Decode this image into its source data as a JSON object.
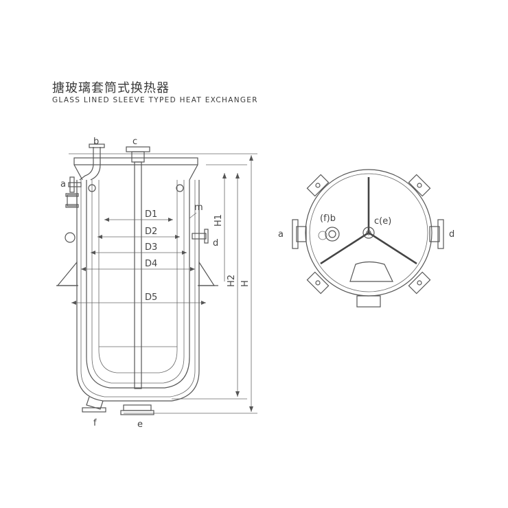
{
  "title": {
    "cn": "搪玻璃套筒式换热器",
    "en": "GLASS LINED SLEEVE TYPED HEAT EXCHANGER"
  },
  "front_view": {
    "nozzles": {
      "a": "a",
      "b": "b",
      "c": "c",
      "d": "d",
      "e": "e",
      "f": "f",
      "m": "m"
    },
    "diameters": {
      "d1": "D1",
      "d2": "D2",
      "d3": "D3",
      "d4": "D4",
      "d5": "D5"
    },
    "heights": {
      "h1": "H1",
      "h2": "H2",
      "h": "H"
    }
  },
  "top_view": {
    "labels": {
      "a": "a",
      "d": "d",
      "fb": "(f)b",
      "ce": "c(e)"
    }
  }
}
